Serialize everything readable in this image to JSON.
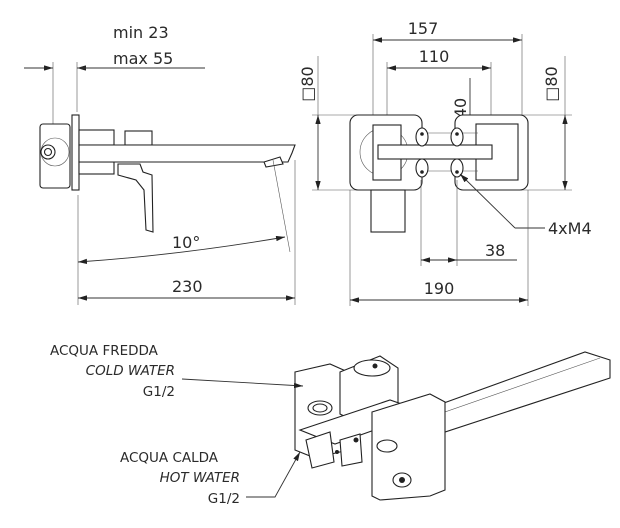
{
  "side_view": {
    "wall_depth_min": "min 23",
    "wall_depth_max": "max 55",
    "spout_angle": "10°",
    "total_projection": "230"
  },
  "front_view": {
    "plate_width_overall": "157",
    "valve_spacing": "110",
    "vertical_offset": "40",
    "left_plate_size": "□80",
    "right_plate_size": "□80",
    "screws": "4xM4",
    "screw_spacing": "38",
    "overall_width": "190"
  },
  "connections": {
    "cold": {
      "label_it": "ACQUA FREDDA",
      "label_en": "COLD WATER",
      "thread": "G1/2"
    },
    "hot": {
      "label_it": "ACQUA CALDA",
      "label_en": "HOT WATER",
      "thread": "G1/2"
    }
  }
}
